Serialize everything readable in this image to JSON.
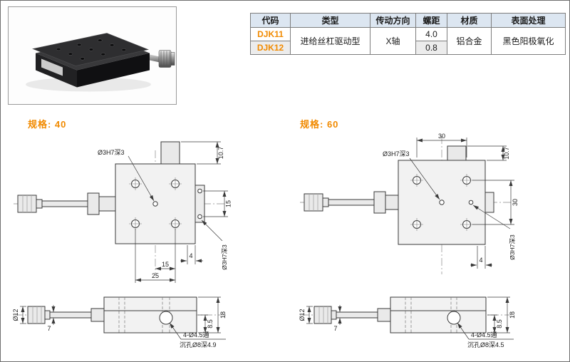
{
  "page": {
    "type": "catalog-specification-page"
  },
  "colors": {
    "accent_orange": "#f18a00",
    "table_header_bg": "#dce6f1",
    "table_row_alt_bg": "#ececec",
    "table_border": "#7d7d7d",
    "drawing_line": "#3a3a3a"
  },
  "photo": {
    "description": "black-linear-stage-with-feed-knob"
  },
  "table": {
    "headers": [
      "代码",
      "类型",
      "传动方向",
      "螺距",
      "材质",
      "表面处理"
    ],
    "rows": [
      {
        "code": "DJK11",
        "type": "进给丝杠驱动型",
        "direction": "X轴",
        "pitch": "4.0",
        "material": "铝合金",
        "finish": "黑色阳极氧化"
      },
      {
        "code": "DJK12",
        "pitch": "0.8"
      }
    ]
  },
  "specs": [
    {
      "label": "规格: 40",
      "dims": {
        "center_hole": "Ø3H7深3",
        "block_height": "10.7",
        "side_hole_spacing": "15",
        "side_hole": "Ø3H7深3",
        "edge_offset": "4",
        "hole_to_center": "15",
        "hole_spacing": "25",
        "knob_dia": "Ø12",
        "shaft_dia": "7",
        "base_half": "8.5",
        "total_height": "18",
        "mount_hole": "4-Ø4.5通",
        "counterbore": "沉孔Ø8深4.9"
      }
    },
    {
      "label": "规格: 60",
      "dims": {
        "top_hole_spacing": "30",
        "center_hole": "Ø3H7深3",
        "block_height": "10.7",
        "side_hole_spacing": "30",
        "edge_offset": "4",
        "side_hole": "Ø3H7深3",
        "knob_dia": "Ø12",
        "shaft_dia": "7",
        "base_half": "8.5",
        "total_height": "18",
        "mount_hole": "4-Ø4.5通",
        "counterbore": "沉孔Ø8深4.5"
      }
    }
  ]
}
